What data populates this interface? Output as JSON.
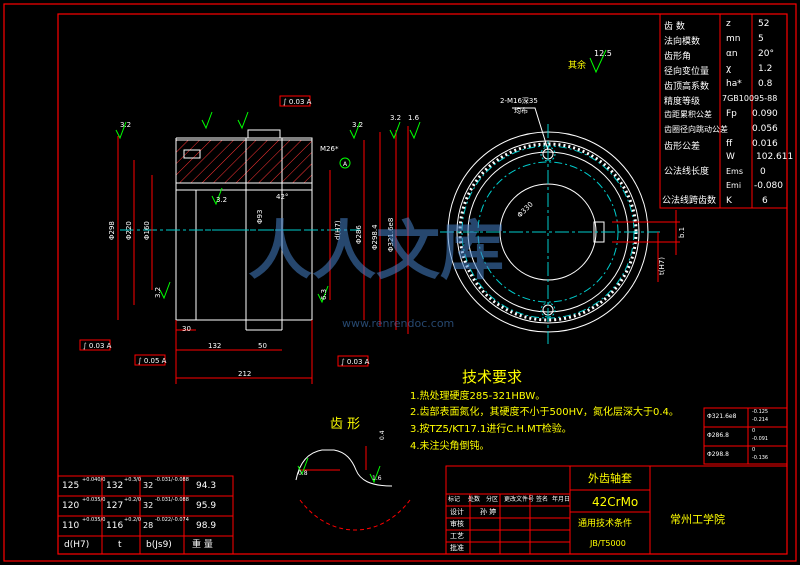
{
  "params_table": {
    "rows": [
      {
        "name": "齿 数",
        "sym": "z",
        "val": "52"
      },
      {
        "name": "法向模数",
        "sym": "mn",
        "val": "5"
      },
      {
        "name": "齿形角",
        "sym": "αn",
        "val": "20°"
      },
      {
        "name": "径向变位量",
        "sym": "χ",
        "val": "1.2"
      },
      {
        "name": "齿顶高系数",
        "sym": "ha*",
        "val": "0.8"
      },
      {
        "name": "精度等级",
        "sym": "",
        "val": "7GB10095-88"
      },
      {
        "name": "齿距累积公差",
        "sym": "Fp",
        "val": "0.090"
      },
      {
        "name": "齿圈径向跳动公差",
        "sym": "",
        "val": "0.056"
      },
      {
        "name": "齿形公差",
        "sym": "ff",
        "val": "0.016"
      }
    ],
    "gongfa_label": "公法线长度",
    "gongfa_rows": [
      {
        "sym": "W",
        "val": "102.611"
      },
      {
        "sym": "Ems",
        "val": "0"
      },
      {
        "sym": "Emi",
        "val": "-0.080"
      }
    ],
    "kuache_label": "公法线跨齿数",
    "kuache_sym": "K",
    "kuache_val": "6"
  },
  "tech_req": {
    "title": "技术要求",
    "items": [
      "1.热处理硬度285-321HBW。",
      "2.齿部表面氮化，其硬度不小于500HV，氮化层深大于0.4。",
      "3.按TZ5/KT17.1进行C.H.MT检验。",
      "4.未注尖角倒钝。"
    ]
  },
  "tooth_label": "齿 形",
  "other_label": "其余",
  "roughness_other": "12.5",
  "hole_note": {
    "line1": "2-M16深35",
    "line2": "均布"
  },
  "dims": {
    "d132": "132",
    "d50": "50",
    "d212": "212",
    "d30": "30",
    "m26": "M26*",
    "d42": "42°"
  },
  "tolerances": [
    {
      "label": "Φ321.6e8",
      "a": "-0.125",
      "b": "-0.214"
    },
    {
      "label": "Φ286.8",
      "a": "0",
      "b": "-0.091"
    },
    {
      "label": "Φ298.8",
      "a": "0",
      "b": "-0.136"
    }
  ],
  "size_table": {
    "rows": [
      {
        "d": "125",
        "dt": "+0.040/0",
        "t": "132",
        "tt": "+0.3/0",
        "b": "32",
        "bt": "-0.031/-0.088",
        "w": "94.3"
      },
      {
        "d": "120",
        "dt": "+0.035/0",
        "t": "127",
        "tt": "+0.2/0",
        "b": "32",
        "bt": "-0.031/-0.088",
        "w": "95.9"
      },
      {
        "d": "110",
        "dt": "+0.035/0",
        "t": "116",
        "tt": "+0.2/0",
        "b": "28",
        "bt": "-0.022/-0.074",
        "w": "98.9"
      }
    ],
    "footer": [
      "d(H7)",
      "t",
      "b(Js9)",
      "重 量"
    ]
  },
  "title_block": {
    "part_name": "外齿轴套",
    "material": "42CrMo",
    "condition": "通用技术条件",
    "standard": "JB/T5000",
    "school": "常州工学院",
    "header_cells": [
      "标记",
      "处数",
      "分区",
      "更改文件号",
      "签名",
      "年月日"
    ],
    "roles": [
      "设计",
      "审核",
      "工艺",
      "批准"
    ],
    "designer": "孙 婷"
  },
  "watermark": "人人文库",
  "watermark_url": "www.renrendoc.com"
}
